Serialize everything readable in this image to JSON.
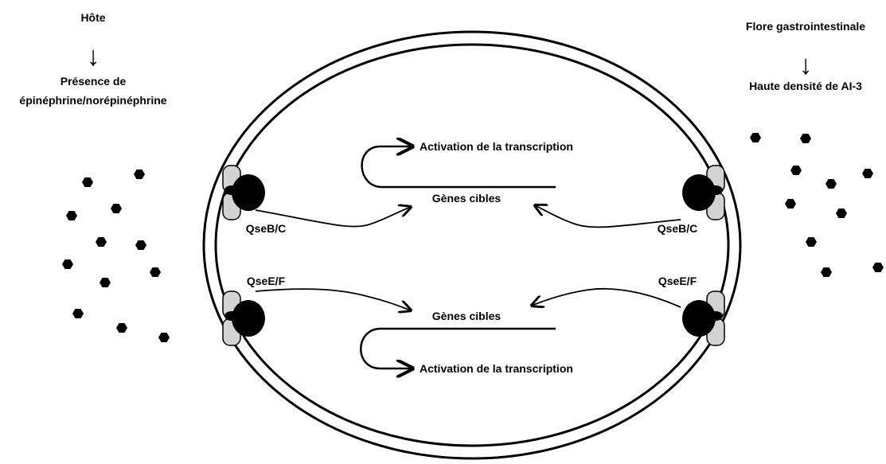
{
  "left_source": {
    "title": "Hôte",
    "arrow": "↓",
    "line1": "Présence de",
    "line2": "épinéphrine/norépinéphrine"
  },
  "right_source": {
    "title": "Flore gastrointestinale",
    "arrow": "↓",
    "line1": "Haute densité de AI-3"
  },
  "top_pathway": {
    "activation_label": "Activation de la transcription",
    "target_label": "Gènes cibles"
  },
  "bottom_pathway": {
    "activation_label": "Activation de la transcription",
    "target_label": "Gènes cibles"
  },
  "receptors": {
    "left_top": "QseB/C",
    "right_top": "QseB/C",
    "left_bottom": "QseE/F",
    "right_bottom": "QseE/F"
  },
  "colors": {
    "ink": "#000000",
    "receptor_fill": "#d3d3d3",
    "background": "#ffffff"
  }
}
